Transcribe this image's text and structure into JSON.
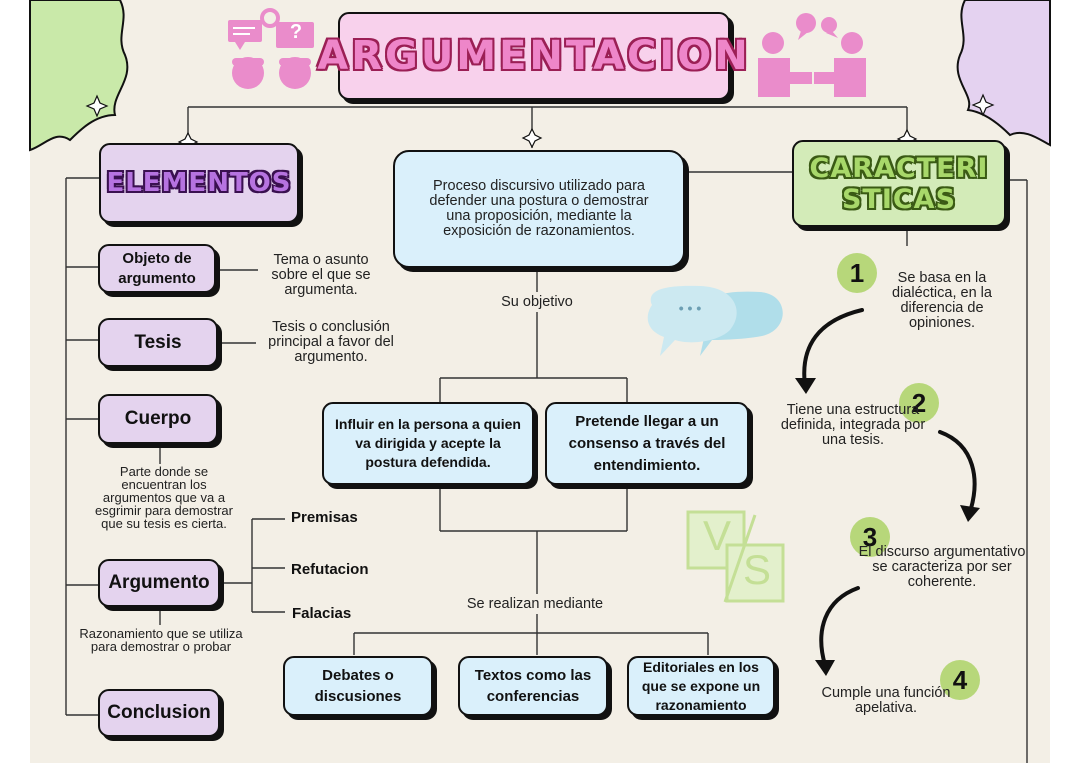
{
  "title": "ARGUMENTACION",
  "elements": {
    "header": "ELEMENTOS",
    "objeto": {
      "label": "Objeto de argumento",
      "desc": "Tema o asunto sobre el que se argumenta."
    },
    "tesis": {
      "label": "Tesis",
      "desc": "Tesis o conclusión principal a favor del argumento."
    },
    "cuerpo": {
      "label": "Cuerpo",
      "desc": "Parte donde se encuentran los argumentos que va a esgrimir para demostrar que su tesis es cierta."
    },
    "argumento": {
      "label": "Argumento",
      "desc": "Razonamiento que se utiliza para demostrar o probar",
      "types": [
        "Premisas",
        "Refutacion",
        "Falacias"
      ]
    },
    "conclusion": {
      "label": "Conclusion"
    }
  },
  "definition": "Proceso discursivo utilizado para defender una postura o demostrar una proposición, mediante la exposición de razonamientos.",
  "objective_label": "Su objetivo",
  "objectives": [
    "Influir en la persona a quien va dirigida y acepte la postura defendida.",
    "Pretende llegar a un consenso a través del entendimiento."
  ],
  "means_label": "Se realizan mediante",
  "means": [
    "Debates o discusiones",
    "Textos como las conferencias",
    "Editoriales en los que se expone un razonamiento"
  ],
  "characteristics": {
    "header_line1": "CARACTERI",
    "header_line2": "STICAS",
    "items": [
      {
        "num": "1",
        "text": "Se basa en la dialéctica, en la diferencia de opiniones."
      },
      {
        "num": "2",
        "text": "Tiene una estructura definida, integrada por una tesis."
      },
      {
        "num": "3",
        "text": "El discurso argumentativo se caracteriza por ser coherente."
      },
      {
        "num": "4",
        "text": "Cumple una función apelativa."
      }
    ]
  },
  "decor": {
    "bubble_text": "• • •",
    "vs_v": "V",
    "vs_s": "S",
    "qmark": "?"
  },
  "colors": {
    "lavender": "#e4d3ee",
    "light_blue": "#daf0fb",
    "light_green": "#d3ebb8",
    "pink": "#f8d1ec",
    "number_green": "#b7d77a",
    "background": "#f3efe6"
  }
}
